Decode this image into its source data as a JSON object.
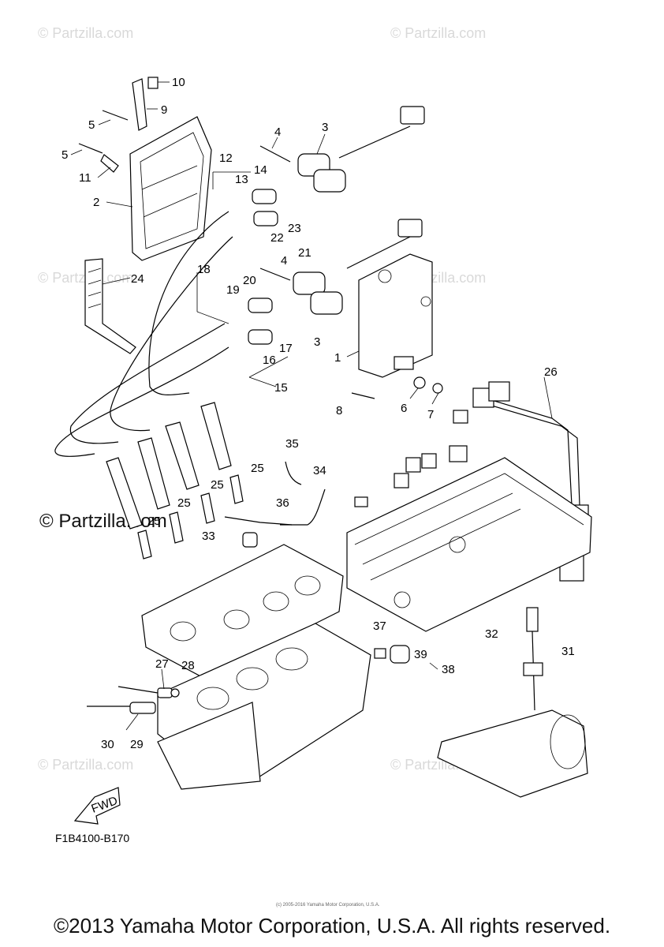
{
  "diagram": {
    "figure_code": "F1B4100-B170",
    "fwd_label": "FWD",
    "callouts": [
      "10",
      "9",
      "5",
      "5",
      "11",
      "2",
      "4",
      "3",
      "12",
      "13",
      "14",
      "22",
      "23",
      "21",
      "4",
      "24",
      "18",
      "19",
      "20",
      "3",
      "1",
      "17",
      "16",
      "15",
      "6",
      "7",
      "8",
      "26",
      "35",
      "34",
      "25",
      "25",
      "25",
      "25",
      "36",
      "33",
      "37",
      "39",
      "38",
      "32",
      "31",
      "27",
      "28",
      "29",
      "30"
    ]
  },
  "watermarks": {
    "text": "© Partzilla.com",
    "main_text": "© Partzilla.com"
  },
  "footer": {
    "small_text": "(c) 2005-2016 Yamaha Motor Corporation, U.S.A.",
    "copyright": "©2013 Yamaha Motor Corporation, U.S.A. All rights reserved."
  }
}
